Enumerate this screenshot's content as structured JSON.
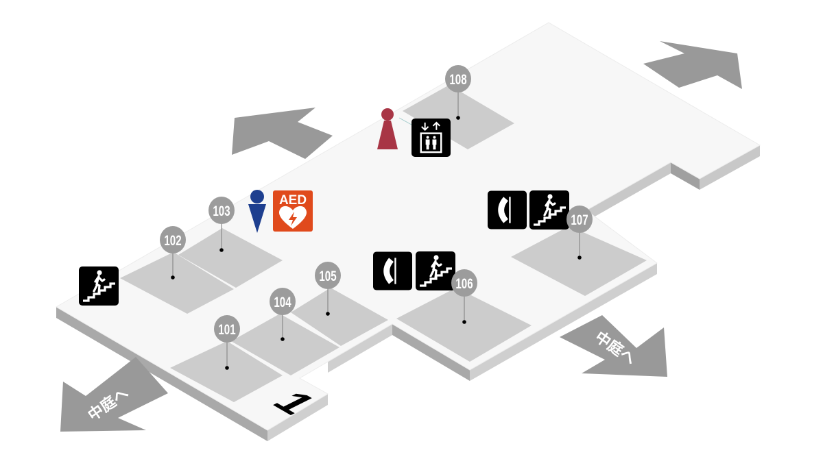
{
  "map": {
    "floor_number": "1",
    "rooms": [
      {
        "label": "101"
      },
      {
        "label": "102"
      },
      {
        "label": "103"
      },
      {
        "label": "104"
      },
      {
        "label": "105"
      },
      {
        "label": "106"
      },
      {
        "label": "107"
      },
      {
        "label": "108"
      }
    ],
    "directions": {
      "courtyard_left": "中庭へ",
      "courtyard_right": "中庭へ"
    },
    "facilities": {
      "aed_label": "AED",
      "icons": [
        "stairs-icon",
        "phone-icon",
        "elevator-icon",
        "womens-restroom-icon",
        "mens-restroom-icon",
        "aed-icon"
      ]
    }
  },
  "colors": {
    "floor_top": "#f7f7f7",
    "room_zone": "#cccccc",
    "pin": "#9c9c9c",
    "arrow": "#999999",
    "womens": "#a83545",
    "mens": "#1e3f8f",
    "aed": "#e04a1c"
  }
}
